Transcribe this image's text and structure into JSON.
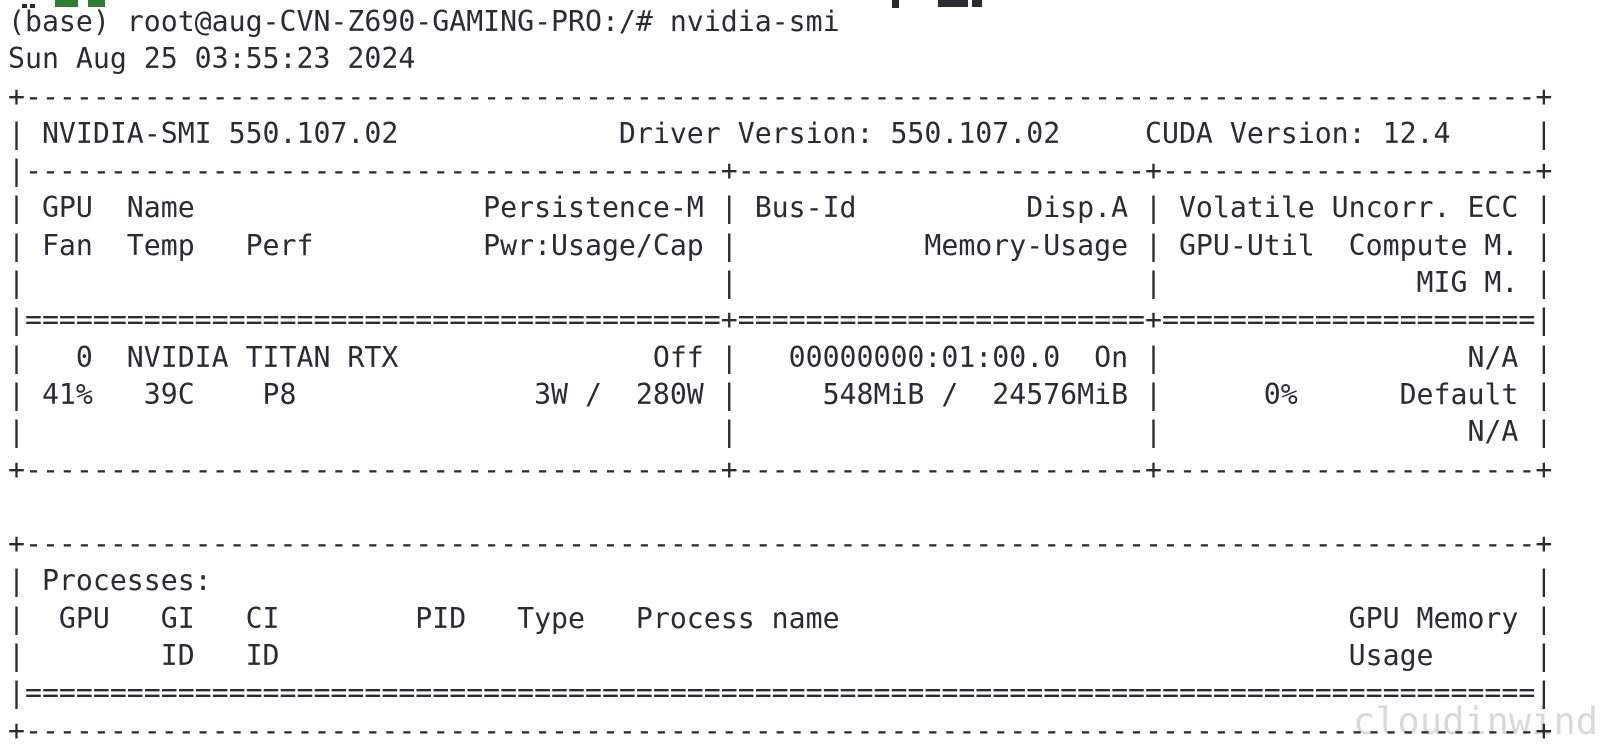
{
  "colors": {
    "background": "#ffffff",
    "terminal_text": "#2b2b33",
    "watermark": "#d9d9d9",
    "truncated_prompt_green": "#2e7d32"
  },
  "terminal": {
    "lines": [
      "(base) root@aug-CVN-Z690-GAMING-PRO:/# nvidia-smi",
      "Sun Aug 25 03:55:23 2024",
      "+-----------------------------------------------------------------------------------------+",
      "| NVIDIA-SMI 550.107.02             Driver Version: 550.107.02     CUDA Version: 12.4     |",
      "|-----------------------------------------+------------------------+----------------------+",
      "| GPU  Name                 Persistence-M | Bus-Id          Disp.A | Volatile Uncorr. ECC |",
      "| Fan  Temp   Perf          Pwr:Usage/Cap |           Memory-Usage | GPU-Util  Compute M. |",
      "|                                         |                        |               MIG M. |",
      "|=========================================+========================+======================|",
      "|   0  NVIDIA TITAN RTX               Off |   00000000:01:00.0  On |                  N/A |",
      "| 41%   39C    P8              3W /  280W |     548MiB /  24576MiB |      0%      Default |",
      "|                                         |                        |                  N/A |",
      "+-----------------------------------------+------------------------+----------------------+",
      "",
      "+-----------------------------------------------------------------------------------------+",
      "| Processes:                                                                              |",
      "|  GPU   GI   CI        PID   Type   Process name                              GPU Memory |",
      "|        ID   ID                                                               Usage      |",
      "|=========================================================================================|",
      "+-----------------------------------------------------------------------------------------+"
    ],
    "summary": {
      "shell_prompt": "(base) root@aug-CVN-Z690-GAMING-PRO:/#",
      "command": "nvidia-smi",
      "timestamp": "Sun Aug 25 03:55:23 2024",
      "nvidia_smi_version": "550.107.02",
      "driver_version": "550.107.02",
      "cuda_version": "12.4",
      "gpu": {
        "index": "0",
        "name": "NVIDIA TITAN RTX",
        "persistence_m": "Off",
        "bus_id": "00000000:01:00.0",
        "disp_a": "On",
        "volatile_uncorr_ecc": "N/A",
        "fan": "41%",
        "temp": "39C",
        "perf": "P8",
        "pwr_usage_cap": "3W /  280W",
        "memory_usage": "548MiB /  24576MiB",
        "gpu_util": "0%",
        "compute_m": "Default",
        "mig_m": "N/A"
      },
      "processes_columns": [
        "GPU",
        "GI ID",
        "CI ID",
        "PID",
        "Type",
        "Process name",
        "GPU Memory Usage"
      ],
      "processes": []
    }
  },
  "watermark": {
    "text": "cloudinwind"
  }
}
